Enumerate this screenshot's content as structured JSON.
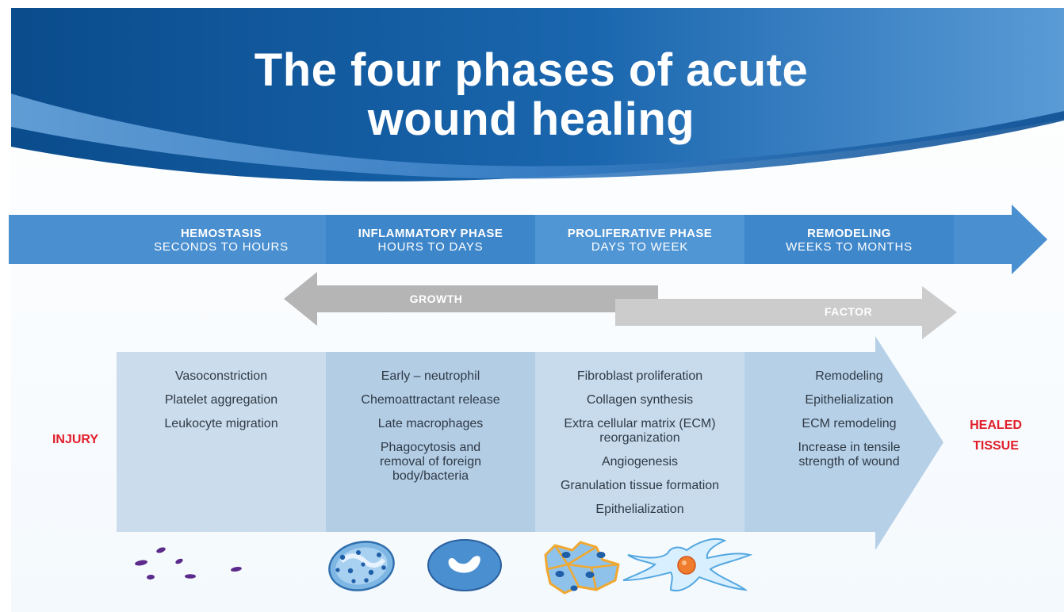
{
  "title": {
    "line1": "The four phases of acute",
    "line2": "wound healing"
  },
  "phases": [
    {
      "name": "HEMOSTASIS",
      "duration": "SECONDS TO HOURS",
      "events": [
        "Vasoconstriction",
        "Platelet aggregation",
        "Leukocyte migration"
      ]
    },
    {
      "name": "INFLAMMATORY PHASE",
      "duration": "HOURS TO DAYS",
      "events": [
        "Early – neutrophil",
        "Chemoattractant release",
        "Late macrophages",
        "Phagocytosis and removal of foreign body/bacteria"
      ]
    },
    {
      "name": "PROLIFERATIVE PHASE",
      "duration": "DAYS TO WEEK",
      "events": [
        "Fibroblast proliferation",
        "Collagen synthesis",
        "Extra cellular matrix (ECM) reorganization",
        "Angiogenesis",
        "Granulation tissue formation",
        "Epithelialization"
      ]
    },
    {
      "name": "REMODELING",
      "duration": "WEEKS TO MONTHS",
      "events": [
        "Remodeling",
        "Epithelialization",
        "ECM remodeling",
        "Increase in tensile strength of wound"
      ]
    }
  ],
  "growth_label": "GROWTH",
  "factor_label": "FACTOR",
  "start_label": {
    "line1": "INJURY"
  },
  "end_label": {
    "line1": "HEALED",
    "line2": "TISSUE"
  },
  "colors": {
    "header_dark": "#0b5394",
    "header_light": "#5b9bd5",
    "timeline_blue": "#4a90cf",
    "timeline_blue_alt": "#3f86c9",
    "panel_light": "#cfe0ef",
    "panel_mid": "#b7d2e8",
    "growth_gray": "#b8b8b8",
    "factor_gray": "#cccccc",
    "red_label": "#e11d2a",
    "platelet_purple": "#5b2a8a",
    "cell_blue": "#2f7fc4"
  },
  "icons": [
    "platelets-icon",
    "neutrophil-icon",
    "macrophage-icon",
    "fibroblasts-icon",
    "stellate-cell-icon"
  ]
}
